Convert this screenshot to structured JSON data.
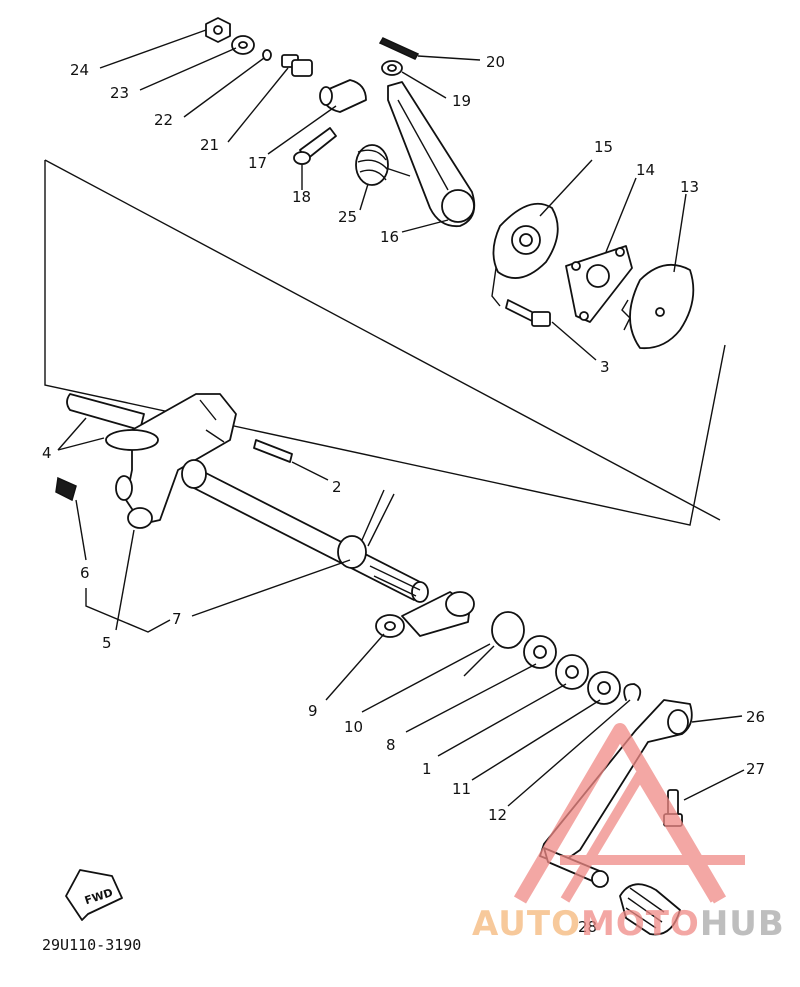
{
  "figure": {
    "callouts": [
      "24",
      "23",
      "22",
      "21",
      "20",
      "19",
      "17",
      "18",
      "25",
      "16",
      "15",
      "14",
      "13",
      "3",
      "4",
      "2",
      "6",
      "5",
      "7",
      "9",
      "10",
      "8",
      "1",
      "11",
      "12",
      "26",
      "27",
      "28"
    ],
    "fwd_label": "FWD",
    "diagram_code": "29U110-3190"
  },
  "watermark": {
    "brand_part1": "AUTO",
    "brand_part2": "MOTO",
    "brand_part3": "HUB",
    "color_orange": "#f5b77a",
    "color_red": "#f08a86",
    "color_gray": "#a9a9a9"
  }
}
